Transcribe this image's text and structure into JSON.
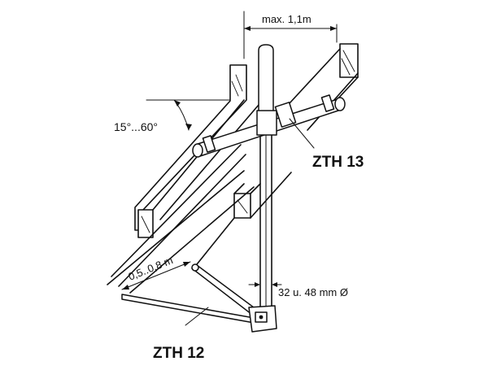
{
  "diagram": {
    "labels": {
      "max_width": "max. 1,1m",
      "angle_range": "15°...60°",
      "mast_clamp_model": "ZTH 13",
      "strut_spacing": "0,5..0,8 m",
      "mast_diameter": "32 u. 48 mm Ø",
      "base_bracket_model": "ZTH 12"
    }
  }
}
